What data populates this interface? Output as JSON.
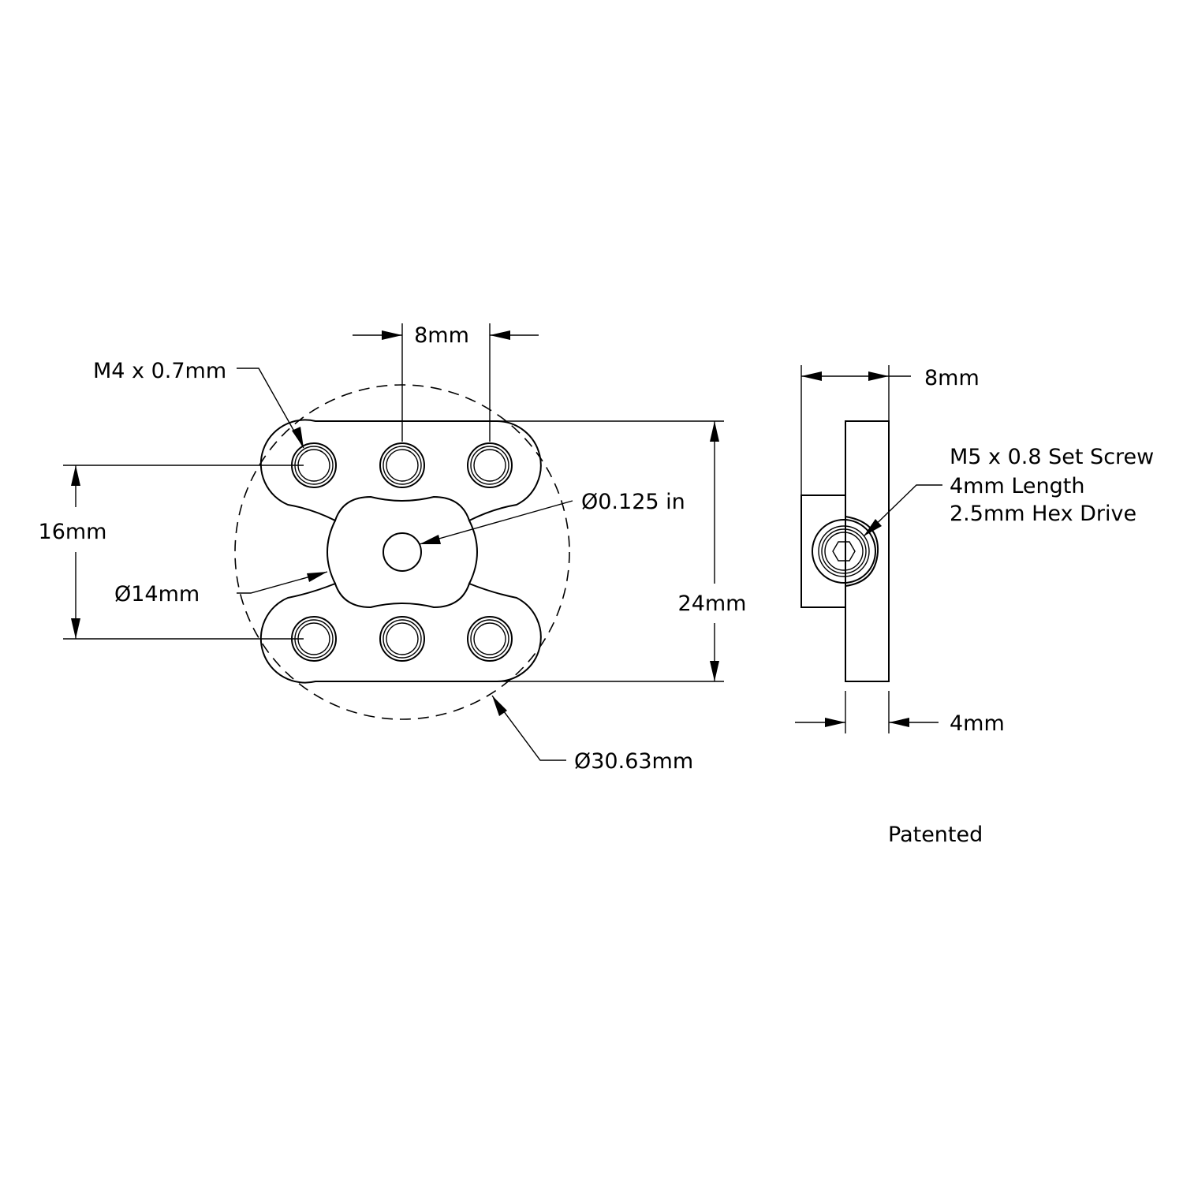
{
  "front_view": {
    "hole_spacing": "8mm",
    "thread": "M4 x 0.7mm",
    "row_spacing": "16mm",
    "center_hole": "Ø0.125 in",
    "hub_diameter": "Ø14mm",
    "overall_height": "24mm",
    "outer_diameter": "Ø30.63mm"
  },
  "side_view": {
    "width": "8mm",
    "set_screw": [
      "M5 x 0.8 Set Screw",
      "4mm Length",
      "2.5mm Hex Drive"
    ],
    "plate_thickness": "4mm"
  },
  "note": "Patented"
}
